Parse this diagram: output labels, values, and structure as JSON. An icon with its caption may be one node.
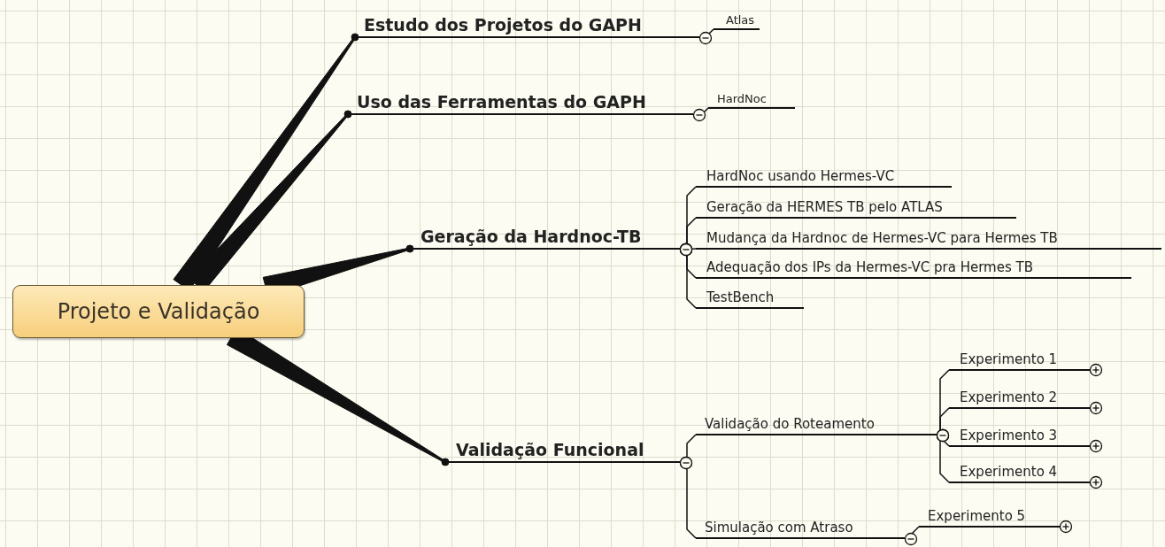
{
  "diagram": {
    "nodes": [
      {
        "text": [
          "Projeto e Validação"
        ]
      },
      {
        "text": [
          "Estudo dos Projetos do GAPH"
        ]
      },
      {
        "text": [
          "Atlas"
        ]
      },
      {
        "text": [
          "Uso das Ferramentas do GAPH"
        ]
      },
      {
        "text": [
          "HardNoc"
        ]
      },
      {
        "text": [
          "Geração da Hardnoc-TB"
        ]
      },
      {
        "text": [
          "HardNoc usando Hermes-VC"
        ]
      },
      {
        "text": [
          "Geração da HERMES TB pelo ATLAS"
        ]
      },
      {
        "text": [
          "Mudança da Hardnoc de Hermes-VC para Hermes TB"
        ]
      },
      {
        "text": [
          "Adequação dos IPs da Hermes-VC pra Hermes TB"
        ]
      },
      {
        "text": [
          "TestBench"
        ]
      },
      {
        "text": [
          "Validação Funcional"
        ]
      },
      {
        "text": [
          "Validação do Roteamento"
        ]
      },
      {
        "text": [
          "Experimento 1"
        ]
      },
      {
        "text": [
          "Experimento 2"
        ]
      },
      {
        "text": [
          "Experimento 3"
        ]
      },
      {
        "text": [
          "Experimento 4"
        ]
      },
      {
        "text": [
          "Simulação com Atraso"
        ]
      },
      {
        "text": [
          "Experimento 5"
        ]
      }
    ],
    "edges": [
      {
        "from": 0,
        "to": 1,
        "arrow": "none",
        "style": "thick"
      },
      {
        "from": 1,
        "to": 2,
        "arrow": "other"
      },
      {
        "from": 0,
        "to": 3,
        "arrow": "none",
        "style": "thick"
      },
      {
        "from": 3,
        "to": 4,
        "arrow": "other"
      },
      {
        "from": 0,
        "to": 5,
        "arrow": "none",
        "style": "thick"
      },
      {
        "from": 5,
        "to": 6,
        "arrow": "other"
      },
      {
        "from": 5,
        "to": 7,
        "arrow": "other"
      },
      {
        "from": 5,
        "to": 8,
        "arrow": "other"
      },
      {
        "from": 5,
        "to": 9,
        "arrow": "other"
      },
      {
        "from": 5,
        "to": 10,
        "arrow": "other"
      },
      {
        "from": 0,
        "to": 11,
        "arrow": "none",
        "style": "thick"
      },
      {
        "from": 11,
        "to": 12,
        "arrow": "other"
      },
      {
        "from": 12,
        "to": 13,
        "arrow": "other"
      },
      {
        "from": 12,
        "to": 14,
        "arrow": "other"
      },
      {
        "from": 12,
        "to": 15,
        "arrow": "other"
      },
      {
        "from": 12,
        "to": 16,
        "arrow": "other"
      },
      {
        "from": 11,
        "to": 17,
        "arrow": "other"
      },
      {
        "from": 17,
        "to": 18,
        "arrow": "other"
      }
    ]
  }
}
